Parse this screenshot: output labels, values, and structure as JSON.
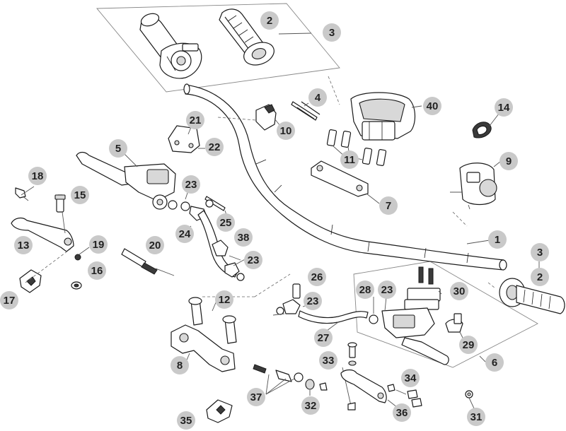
{
  "callouts": [
    {
      "id": "c1",
      "label": "1"
    },
    {
      "id": "c2a",
      "label": "2"
    },
    {
      "id": "c2b",
      "label": "2"
    },
    {
      "id": "c3a",
      "label": "3"
    },
    {
      "id": "c3b",
      "label": "3"
    },
    {
      "id": "c4",
      "label": "4"
    },
    {
      "id": "c5",
      "label": "5"
    },
    {
      "id": "c6",
      "label": "6"
    },
    {
      "id": "c7",
      "label": "7"
    },
    {
      "id": "c8",
      "label": "8"
    },
    {
      "id": "c9",
      "label": "9"
    },
    {
      "id": "c10",
      "label": "10"
    },
    {
      "id": "c11",
      "label": "11"
    },
    {
      "id": "c12",
      "label": "12"
    },
    {
      "id": "c13",
      "label": "13"
    },
    {
      "id": "c14",
      "label": "14"
    },
    {
      "id": "c15",
      "label": "15"
    },
    {
      "id": "c16",
      "label": "16"
    },
    {
      "id": "c17",
      "label": "17"
    },
    {
      "id": "c18",
      "label": "18"
    },
    {
      "id": "c19",
      "label": "19"
    },
    {
      "id": "c20",
      "label": "20"
    },
    {
      "id": "c21",
      "label": "21"
    },
    {
      "id": "c22",
      "label": "22"
    },
    {
      "id": "c23a",
      "label": "23"
    },
    {
      "id": "c23b",
      "label": "23"
    },
    {
      "id": "c23c",
      "label": "23"
    },
    {
      "id": "c23d",
      "label": "23"
    },
    {
      "id": "c24",
      "label": "24"
    },
    {
      "id": "c25",
      "label": "25"
    },
    {
      "id": "c26",
      "label": "26"
    },
    {
      "id": "c27",
      "label": "27"
    },
    {
      "id": "c28",
      "label": "28"
    },
    {
      "id": "c29",
      "label": "29"
    },
    {
      "id": "c30",
      "label": "30"
    },
    {
      "id": "c31",
      "label": "31"
    },
    {
      "id": "c32",
      "label": "32"
    },
    {
      "id": "c33",
      "label": "33"
    },
    {
      "id": "c34",
      "label": "34"
    },
    {
      "id": "c35",
      "label": "35"
    },
    {
      "id": "c36",
      "label": "36"
    },
    {
      "id": "c37",
      "label": "37"
    },
    {
      "id": "c38",
      "label": "38"
    },
    {
      "id": "c40",
      "label": "40"
    }
  ]
}
